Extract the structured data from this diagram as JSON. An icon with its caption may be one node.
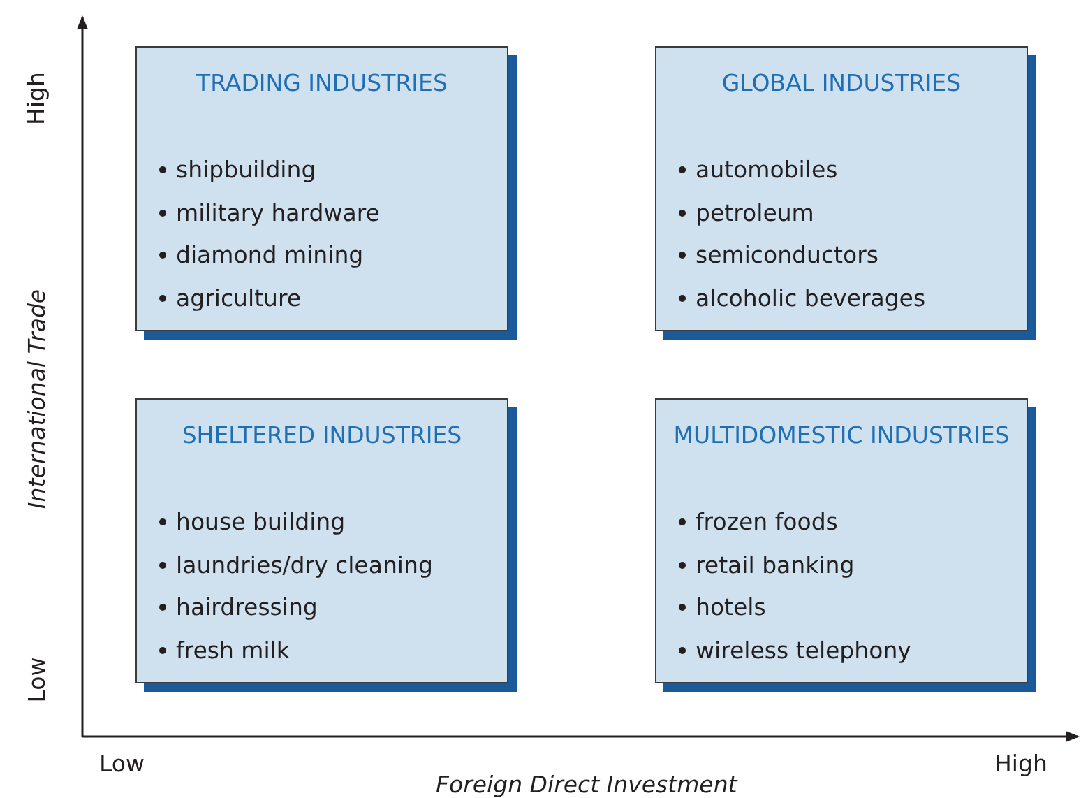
{
  "diagram": {
    "nodes": [
      {
        "text": [
          "TRADING INDUSTRIES",
          "shipbuilding",
          "military hardware",
          "diamond mining",
          "agriculture"
        ]
      },
      {
        "text": [
          "GLOBAL INDUSTRIES",
          "automobiles",
          "petroleum",
          "semiconductors",
          "alcoholic beverages"
        ]
      },
      {
        "text": [
          "SHELTERED INDUSTRIES",
          "house building",
          "laundries/dry cleaning",
          "hairdressing",
          "fresh milk"
        ]
      },
      {
        "text": [
          "MULTIDOMESTIC INDUSTRIES",
          "frozen foods",
          "retail banking",
          "hotels",
          "wireless telephony"
        ]
      }
    ],
    "edges": [],
    "labels": [
      "High",
      "International Trade",
      "Low",
      "Low",
      "High",
      "Foreign Direct Investment"
    ]
  }
}
